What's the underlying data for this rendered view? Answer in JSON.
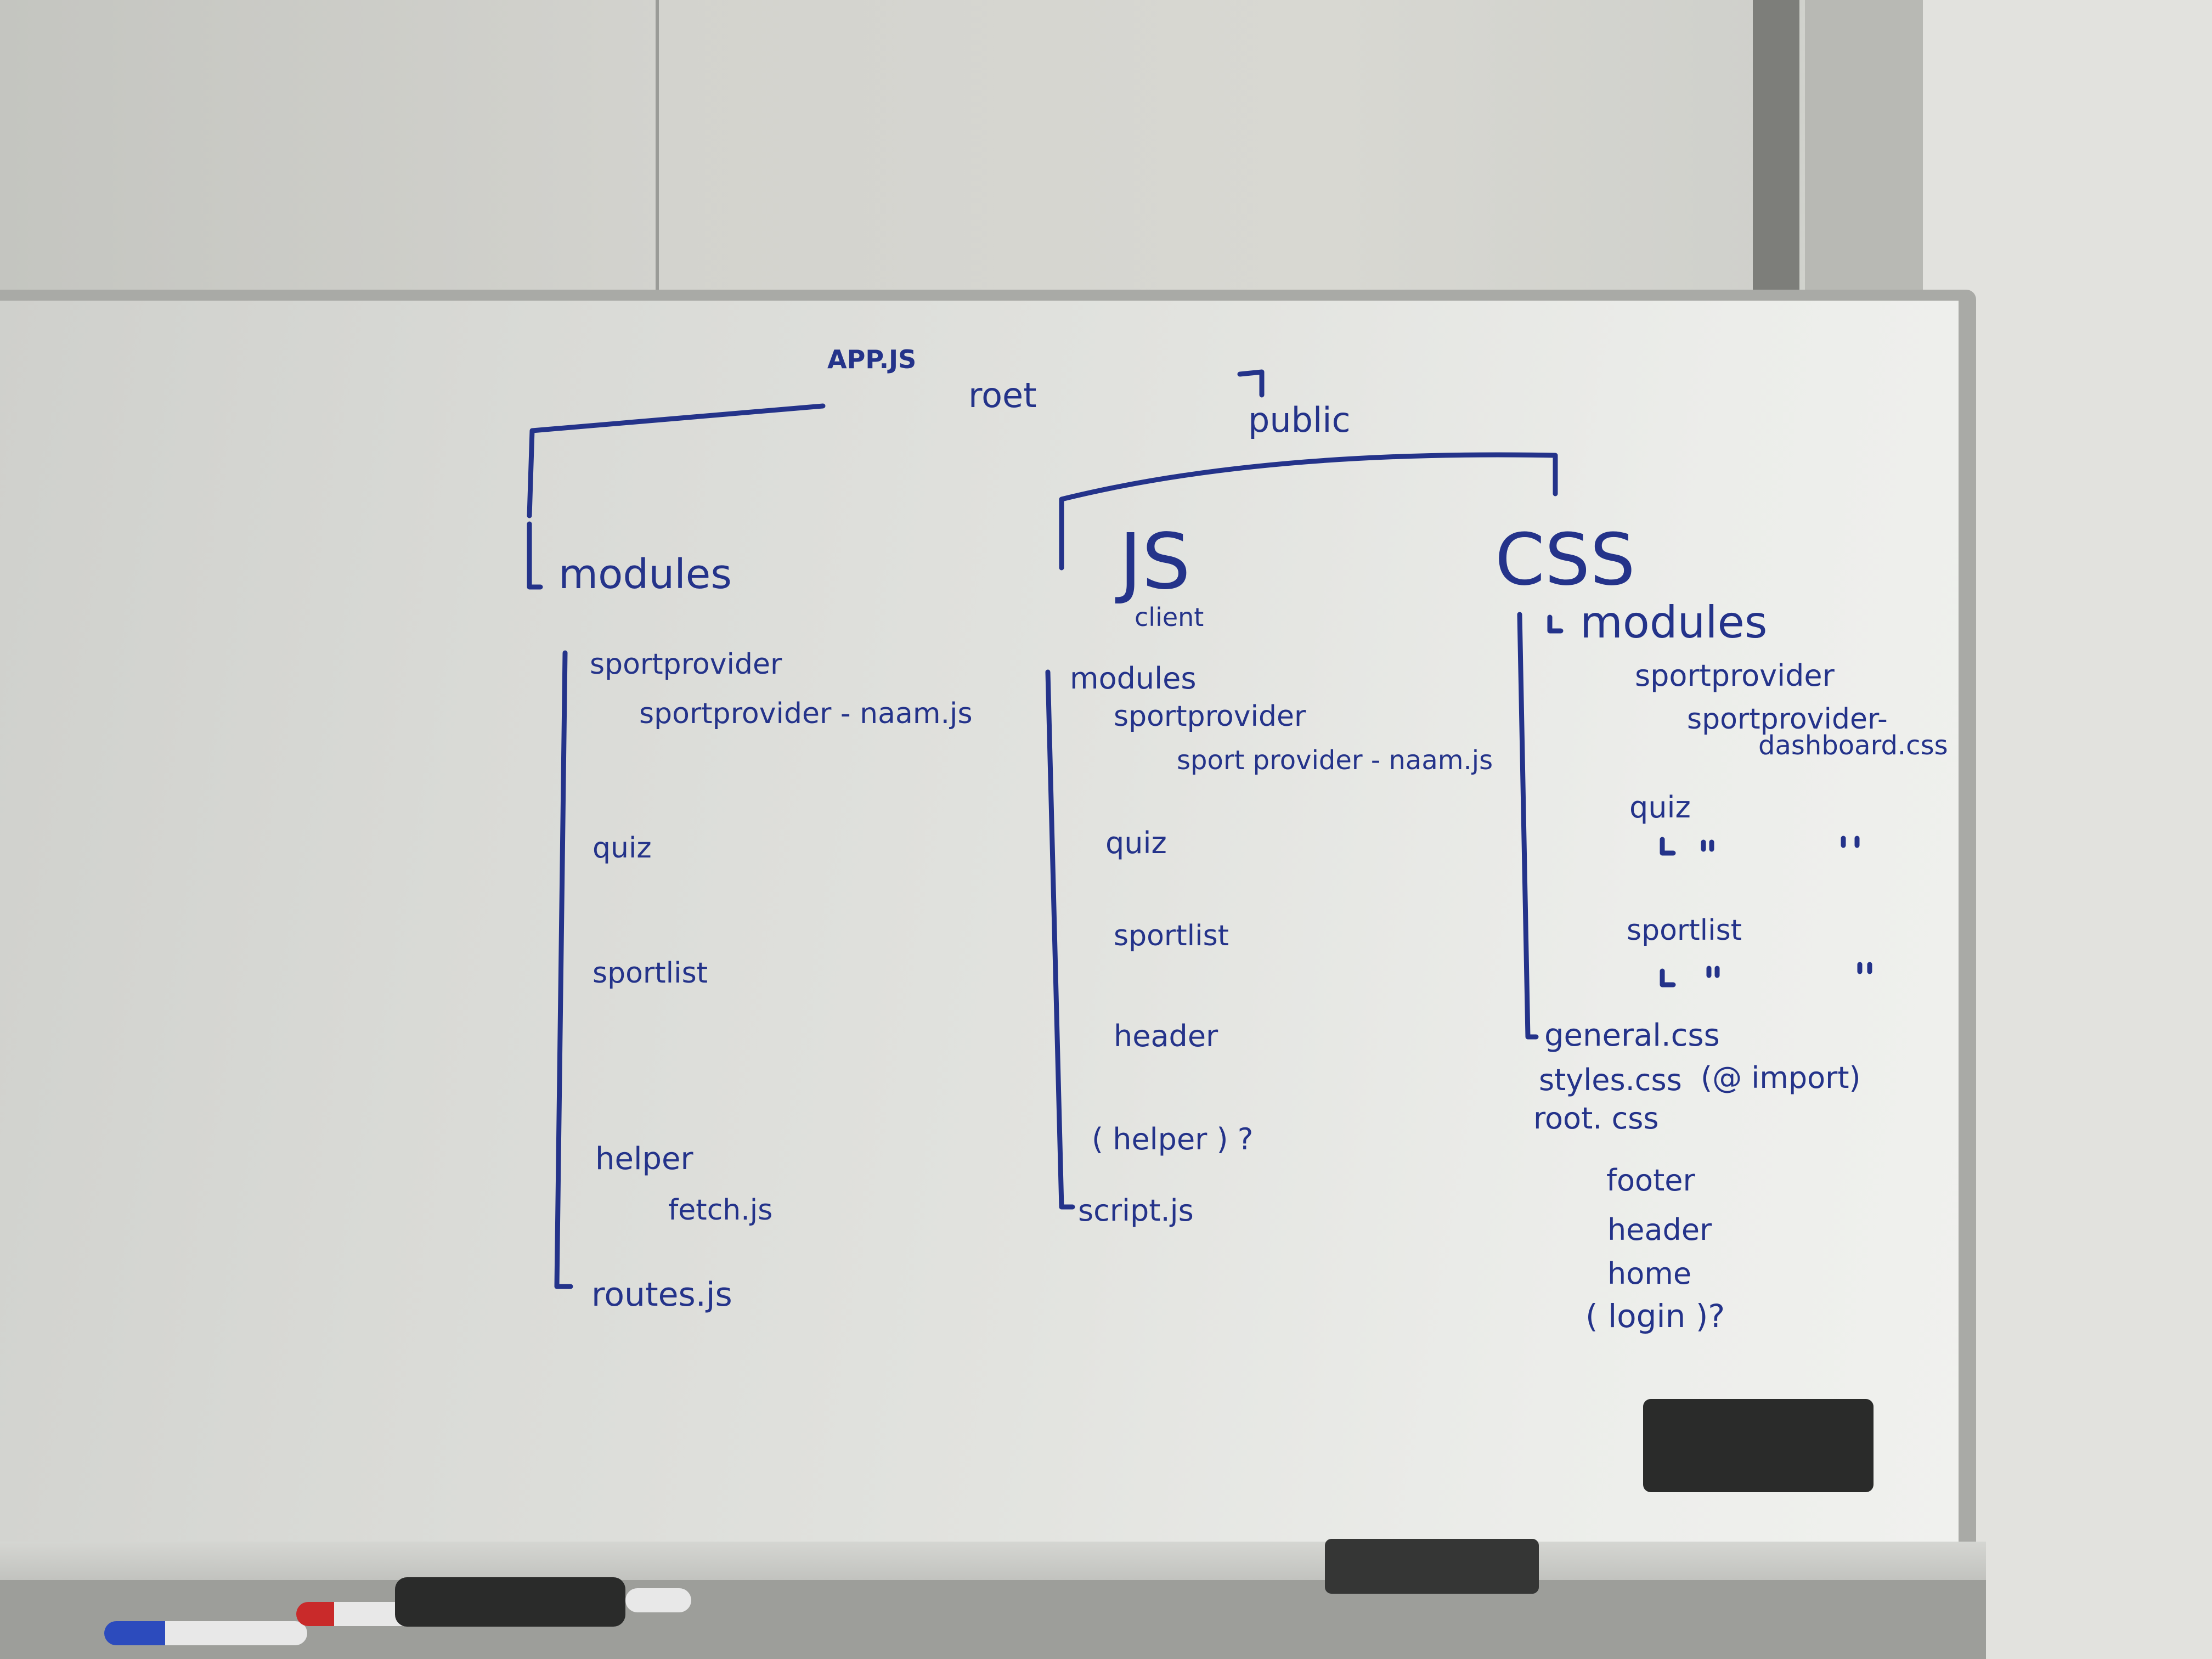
{
  "board": {
    "top": {
      "app": "APP.JS",
      "root": "roet",
      "public": "public"
    },
    "root_tree": {
      "heading": "modules",
      "items": [
        "sportprovider",
        "sportprovider - naam.js",
        "quiz",
        "sportlist",
        "helper",
        "fetch.js",
        "routes.js"
      ]
    },
    "js_tree": {
      "heading": "JS",
      "sub": "client",
      "items": [
        "modules",
        "sportprovider",
        "sport provider - naam.js",
        "quiz",
        "sportlist",
        "header",
        "( helper ) ?",
        "script.js"
      ]
    },
    "css_tree": {
      "heading": "CSS",
      "items": [
        "modules",
        "sportprovider",
        "sportprovider-",
        "dashboard.css",
        "quiz",
        "sportlist",
        "general.css",
        "styles.css",
        "(@ import)",
        "root. css",
        "footer",
        "header",
        "home",
        "( login )?"
      ]
    }
  },
  "colors": {
    "ink": "#24338a",
    "board": "#e6e7e3",
    "frame": "#a9aaa6"
  }
}
